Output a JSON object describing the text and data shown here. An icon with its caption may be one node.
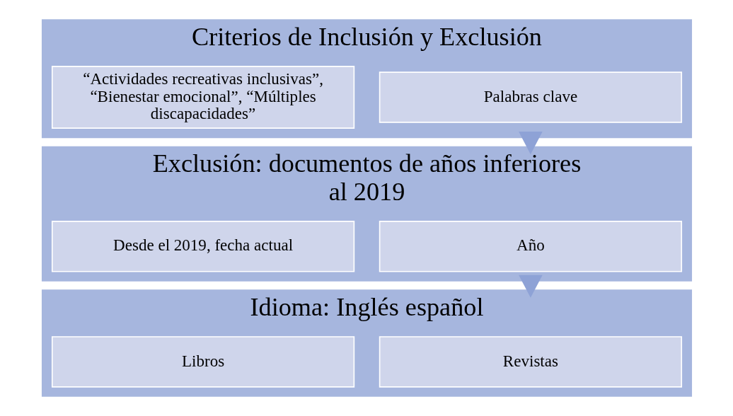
{
  "diagram": {
    "nodes": [
      {
        "text": [
          "Criterios de Inclusión y Exclusión"
        ]
      },
      {
        "text": [
          "Palabras clave"
        ],
        "in": 0
      },
      {
        "text": [
          "“Actividades recreativas inclusivas”, “Bienestar emocional”, “Múltiples discapacidades”"
        ],
        "in": 0
      },
      {
        "text": [
          "Exclusión: documentos de años inferiores al 2019"
        ]
      },
      {
        "text": [
          "Año"
        ],
        "in": 3
      },
      {
        "text": [
          "Desde el 2019, fecha actual"
        ],
        "in": 3
      },
      {
        "text": [
          "Idioma: Inglés español"
        ]
      },
      {
        "text": [
          "Revistas"
        ],
        "in": 6
      },
      {
        "text": [
          "Libros"
        ],
        "in": 6
      }
    ],
    "edges": [
      {
        "from": 0,
        "to": 3,
        "arrow": "to",
        "style": "thick"
      },
      {
        "from": 3,
        "to": 6,
        "arrow": "to",
        "style": "thick"
      }
    ]
  }
}
